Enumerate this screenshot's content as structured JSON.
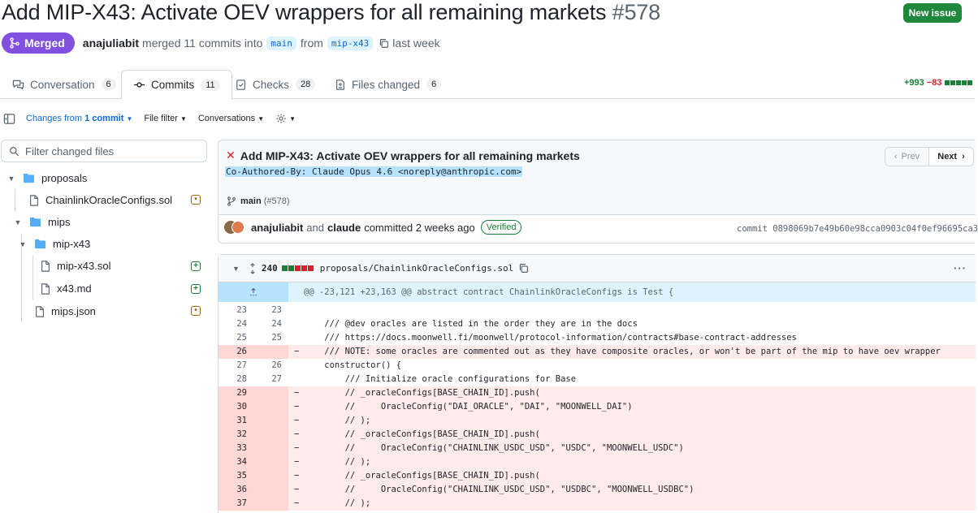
{
  "pr": {
    "title": "Add MIP-X43: Activate OEV wrappers for all remaining markets",
    "number": "#578",
    "new_issue_label": "New issue",
    "state": "Merged",
    "author": "anajuliabit",
    "merged_text": "merged 11 commits into",
    "base_branch": "main",
    "from_text": "from",
    "head_branch": "mip-x43",
    "time": "last week"
  },
  "tabs": [
    {
      "label": "Conversation",
      "count": "6"
    },
    {
      "label": "Commits",
      "count": "11"
    },
    {
      "label": "Checks",
      "count": "28"
    },
    {
      "label": "Files changed",
      "count": "6"
    }
  ],
  "diffstat": {
    "additions": "+993",
    "deletions": "−83"
  },
  "toolbar": {
    "changes_from_prefix": "Changes from",
    "changes_from_value": "1 commit",
    "file_filter": "File filter",
    "conversations": "Conversations"
  },
  "sidebar": {
    "filter_placeholder": "Filter changed files",
    "tree": [
      {
        "name": "proposals",
        "kind": "folder"
      },
      {
        "name": "ChainlinkOracleConfigs.sol",
        "kind": "file",
        "status": "modified"
      },
      {
        "name": "mips",
        "kind": "folder"
      },
      {
        "name": "mip-x43",
        "kind": "folder"
      },
      {
        "name": "mip-x43.sol",
        "kind": "file",
        "status": "added"
      },
      {
        "name": "x43.md",
        "kind": "file",
        "status": "added"
      },
      {
        "name": "mips.json",
        "kind": "file",
        "status": "modified"
      }
    ]
  },
  "commit": {
    "title": "Add MIP-X43: Activate OEV wrappers for all remaining markets",
    "co_authored": "Co-Authored-By: Claude Opus 4.6 <noreply@anthropic.com>",
    "prev_label": "Prev",
    "next_label": "Next",
    "branch": "main",
    "pr_ref": "(#578)",
    "author": "anajuliabit",
    "and_text": "and",
    "coauthor": "claude",
    "committed_text": "committed 2 weeks ago",
    "verified_label": "Verified",
    "sha": "commit 0898069b7e49b60e98cca0903c04f0ef96695ca3"
  },
  "diff": {
    "changed_count": "240",
    "file_path": "proposals/ChainlinkOracleConfigs.sol",
    "hunk_header": "@@ -23,121 +23,163 @@ abstract contract ChainlinkOracleConfigs is Test {",
    "lines": [
      {
        "old": "23",
        "new": "23",
        "type": "ctx",
        "marker": "",
        "code": ""
      },
      {
        "old": "24",
        "new": "24",
        "type": "ctx",
        "marker": "",
        "code": "    /// @dev oracles are listed in the order they are in the docs"
      },
      {
        "old": "25",
        "new": "25",
        "type": "ctx",
        "marker": "",
        "code": "    /// https://docs.moonwell.fi/moonwell/protocol-information/contracts#base-contract-addresses"
      },
      {
        "old": "26",
        "new": "",
        "type": "del",
        "marker": "−",
        "code": "    /// NOTE: some oracles are commented out as they have composite oracles, or won't be part of the mip to have oev wrapper"
      },
      {
        "old": "27",
        "new": "26",
        "type": "ctx",
        "marker": "",
        "code": "    constructor() {"
      },
      {
        "old": "28",
        "new": "27",
        "type": "ctx",
        "marker": "",
        "code": "        /// Initialize oracle configurations for Base"
      },
      {
        "old": "29",
        "new": "",
        "type": "del",
        "marker": "−",
        "code": "        // _oracleConfigs[BASE_CHAIN_ID].push("
      },
      {
        "old": "30",
        "new": "",
        "type": "del",
        "marker": "−",
        "code": "        //     OracleConfig(\"DAI_ORACLE\", \"DAI\", \"MOONWELL_DAI\")"
      },
      {
        "old": "31",
        "new": "",
        "type": "del",
        "marker": "−",
        "code": "        // );"
      },
      {
        "old": "32",
        "new": "",
        "type": "del",
        "marker": "−",
        "code": "        // _oracleConfigs[BASE_CHAIN_ID].push("
      },
      {
        "old": "33",
        "new": "",
        "type": "del",
        "marker": "−",
        "code": "        //     OracleConfig(\"CHAINLINK_USDC_USD\", \"USDC\", \"MOONWELL_USDC\")"
      },
      {
        "old": "34",
        "new": "",
        "type": "del",
        "marker": "−",
        "code": "        // );"
      },
      {
        "old": "35",
        "new": "",
        "type": "del",
        "marker": "−",
        "code": "        // _oracleConfigs[BASE_CHAIN_ID].push("
      },
      {
        "old": "36",
        "new": "",
        "type": "del",
        "marker": "−",
        "code": "        //     OracleConfig(\"CHAINLINK_USDC_USD\", \"USDBC\", \"MOONWELL_USDBC\")"
      },
      {
        "old": "37",
        "new": "",
        "type": "del",
        "marker": "−",
        "code": "        // );"
      }
    ]
  },
  "colors": {
    "merged": "#8250df",
    "primary_button": "#1f883d",
    "link": "#0969da",
    "addition": "#1a7f37",
    "deletion": "#d1242f",
    "deleted_line_bg": "#ffebe9",
    "hunk_bg": "#ddf4ff"
  }
}
